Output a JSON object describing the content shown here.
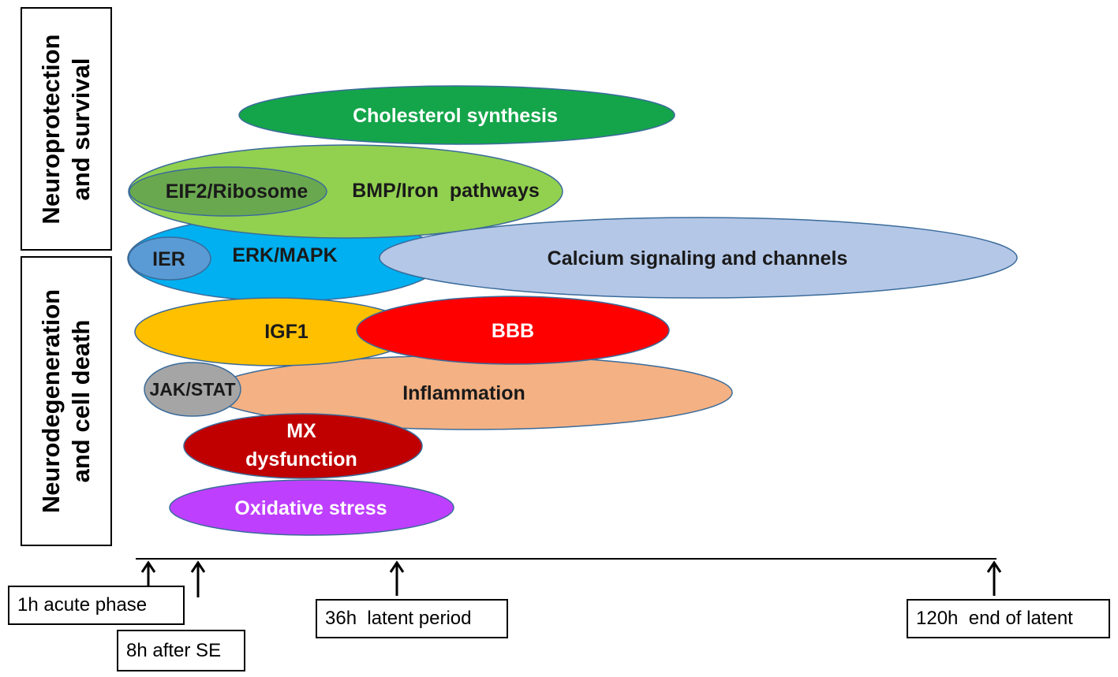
{
  "sidebar": {
    "top_line1": "Neuroprotection",
    "top_line2": "and survival",
    "bottom_line1": "Neurodegeneration",
    "bottom_line2": "and cell death"
  },
  "pathways": {
    "cholesterol": "Cholesterol synthesis",
    "bmp_iron": "BMP/Iron  pathways",
    "eif2": "EIF2/Ribosome",
    "erk_mapk": "ERK/MAPK",
    "ier": "IER",
    "calcium": "Calcium signaling and channels",
    "igf1": "IGF1",
    "bbb": "BBB",
    "jak_stat": "JAK/STAT",
    "inflammation": "Inflammation",
    "mx_line1": "MX",
    "mx_line2": "dysfunction",
    "oxidative": "Oxidative stress"
  },
  "timeline": {
    "t1": "1h acute phase",
    "t8": "8h after SE",
    "t36": "36h  latent period",
    "t120": "120h  end of latent"
  },
  "colors": {
    "cholesterol": "#14a54a",
    "bmp_iron": "#92d050",
    "eif2": "#6aa84f",
    "erk_mapk": "#00b0f0",
    "ier": "#5b9bd5",
    "calcium": "#b4c7e7",
    "igf1": "#ffc000",
    "bbb": "#ff0000",
    "jak_stat": "#a5a5a5",
    "inflammation": "#f4b183",
    "mx": "#c00000",
    "oxidative": "#bf3fff"
  }
}
